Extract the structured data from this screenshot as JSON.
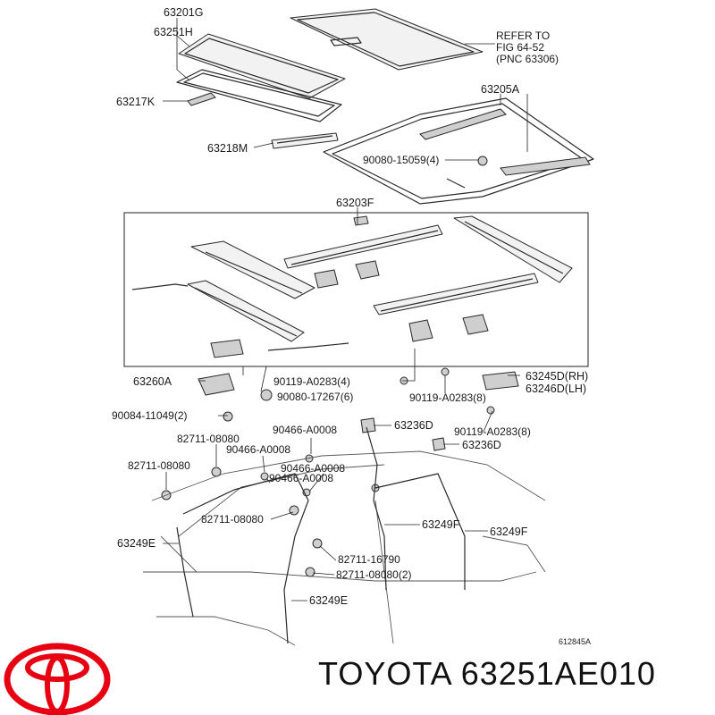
{
  "title": "TOYOTA 63251AE010",
  "figure_code": "612845A",
  "brand_color": "#e60012",
  "refer_note": [
    "REFER TO",
    "FIG 64-52",
    "(PNC 63306)"
  ],
  "labels": {
    "p63201G": "63201G",
    "p63251H": "63251H",
    "p63217K": "63217K",
    "p63218M": "63218M",
    "p63205A": "63205A",
    "p90080_15059": "90080-15059(4)",
    "p63203F": "63203F",
    "p63260A": "63260A",
    "p90119_a": "90119-A0283(4)",
    "p90080_17267": "90080-17267(6)",
    "p90119_b": "90119-A0283(8)",
    "p63245D": "63245D(RH)",
    "p63246D": "63246D(LH)",
    "p90084": "90084-11049(2)",
    "p90466_a": "90466-A0008",
    "p63236D_a": "63236D",
    "p90119_c": "90119-A0283(8)",
    "p82711_a": "82711-08080",
    "p90466_b": "90466-A0008",
    "p63236D_b": "63236D",
    "p82711_b": "82711-08080",
    "p90466_c": "90466-A0008",
    "p90466_d": "90466-A0008",
    "p82711_c": "82711-08080",
    "p63249F_a": "63249F",
    "p63249F_b": "63249F",
    "p63249E_a": "63249E",
    "p82711_16790": "82711-16790",
    "p82711_d": "82711-08080(2)",
    "p63249E_b": "63249E"
  }
}
